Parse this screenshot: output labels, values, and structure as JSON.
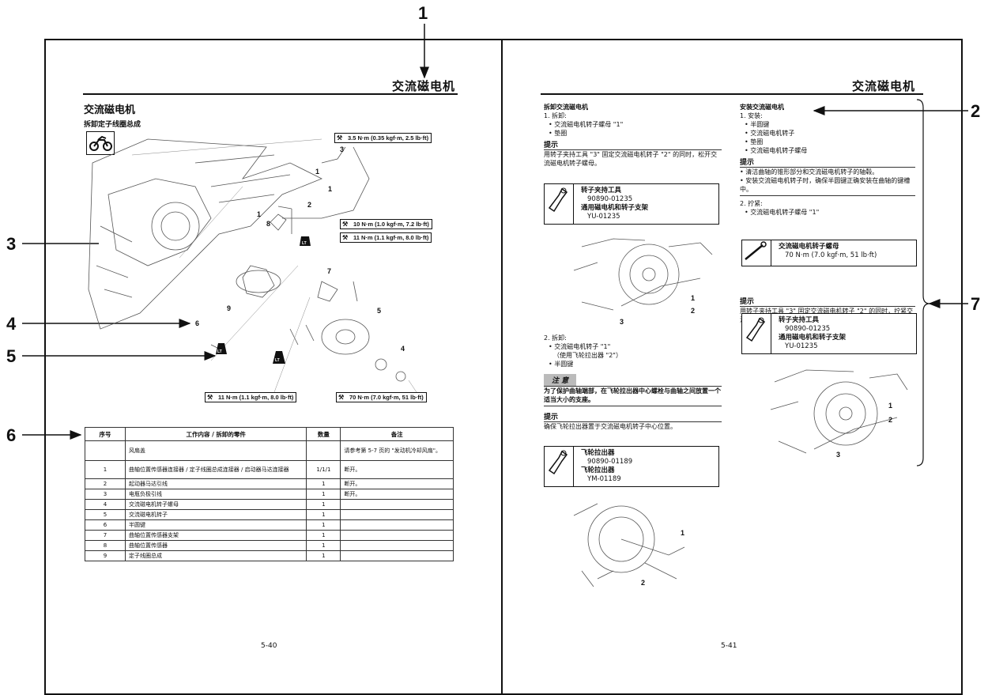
{
  "callouts": [
    "1",
    "2",
    "3",
    "4",
    "5",
    "6",
    "7"
  ],
  "left_page": {
    "header_title": "交流磁电机",
    "section_title": "交流磁电机",
    "subsection": "拆卸定子线圈总成",
    "torques": {
      "t1": "3.5 N·m (0.35 kgf·m, 2.5 lb·ft)",
      "t2": "10 N·m (1.0 kgf·m, 7.2 lb·ft)",
      "t3": "11 N·m (1.1 kgf·m, 8.0 lb·ft)",
      "t4": "11 N·m (1.1 kgf·m, 8.0 lb·ft)",
      "t5": "70 N·m (7.0 kgf·m, 51 lb·ft)"
    },
    "diagram_labels": [
      "3",
      "1",
      "1",
      "2",
      "1",
      "8",
      "7",
      "5",
      "6",
      "9",
      "4"
    ],
    "lt_label": "LT",
    "table": {
      "headers": [
        "序号",
        "工作内容 / 拆卸的零件",
        "数量",
        "备注"
      ],
      "rows": [
        {
          "no": "",
          "work": "风扇盖",
          "qty": "",
          "note": "请参考第 5-7 页的 \"发动机冷却风扇\"。"
        },
        {
          "no": "1",
          "work": "曲轴位置传感器连接器 / 定子线圈总成连接器 / 启动器马达连接器",
          "qty": "1/1/1",
          "note": "断开。"
        },
        {
          "no": "2",
          "work": "起动器马达引线",
          "qty": "1",
          "note": "断开。"
        },
        {
          "no": "3",
          "work": "电瓶负极引线",
          "qty": "1",
          "note": "断开。"
        },
        {
          "no": "4",
          "work": "交流磁电机转子螺母",
          "qty": "1",
          "note": ""
        },
        {
          "no": "5",
          "work": "交流磁电机转子",
          "qty": "1",
          "note": ""
        },
        {
          "no": "6",
          "work": "半圆键",
          "qty": "1",
          "note": ""
        },
        {
          "no": "7",
          "work": "曲轴位置传感器支架",
          "qty": "1",
          "note": ""
        },
        {
          "no": "8",
          "work": "曲轴位置传感器",
          "qty": "1",
          "note": ""
        },
        {
          "no": "9",
          "work": "定子线圈总成",
          "qty": "1",
          "note": ""
        }
      ]
    },
    "page_number": "5-40"
  },
  "right_page": {
    "header_title": "交流磁电机",
    "col1": {
      "title": "拆卸交流磁电机",
      "step1": "1. 拆卸:",
      "step1_items": [
        "• 交流磁电机转子螺母 \"1\"",
        "• 垫圈"
      ],
      "note_head": "提示",
      "note_text": "用转子夹持工具 \"3\" 固定交流磁电机转子 \"2\" 的同时，松开交流磁电机转子螺母。",
      "tool1": [
        "转子夹持工具",
        "90890-01235",
        "通用磁电机和转子支架",
        "YU-01235"
      ],
      "fig1_labels": [
        "1",
        "2",
        "3"
      ],
      "step2": "2. 拆卸:",
      "step2_items": [
        "• 交流磁电机转子 \"1\"",
        "（使用飞轮拉出器 \"2\"）",
        "• 半圆键"
      ],
      "caution_head": "注 意",
      "caution_text": "为了保护曲轴端部，在飞轮拉出器中心螺栓与曲轴之间放置一个适当大小的支座。",
      "note2_head": "提示",
      "note2_text": "确保飞轮拉出器置于交流磁电机转子中心位置。",
      "tool2": [
        "飞轮拉出器",
        "90890-01189",
        "飞轮拉出器",
        "YM-01189"
      ],
      "fig2_labels": [
        "1",
        "2"
      ]
    },
    "col2": {
      "title": "安装交流磁电机",
      "step1": "1. 安装:",
      "step1_items": [
        "• 半圆键",
        "• 交流磁电机转子",
        "• 垫圈",
        "• 交流磁电机转子螺母"
      ],
      "note_head": "提示",
      "note_items": [
        "• 清洁曲轴的锥形部分和交流磁电机转子的轴毂。",
        "• 安装交流磁电机转子时，确保半圆键正确安装在曲轴的键槽中。"
      ],
      "step2": "2. 拧紧:",
      "step2_items": [
        "• 交流磁电机转子螺母 \"1\""
      ],
      "torque_box": [
        "交流磁电机转子螺母",
        "70 N·m (7.0 kgf·m, 51 lb·ft)"
      ],
      "note2_head": "提示",
      "note2_text": "用转子夹持工具 \"3\" 固定交流磁电机转子 \"2\" 的同时，拧紧交流磁电机转子螺母。",
      "tool": [
        "转子夹持工具",
        "90890-01235",
        "通用磁电机和转子支架",
        "YU-01235"
      ],
      "fig_labels": [
        "1",
        "2",
        "3"
      ]
    },
    "page_number": "5-41"
  }
}
